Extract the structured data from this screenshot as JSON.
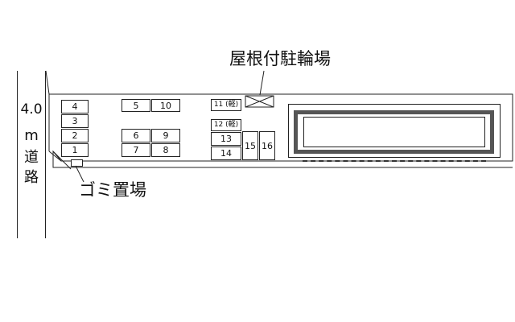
{
  "road": {
    "width_label": "4.0",
    "unit_label": "m",
    "name_char1": "道",
    "name_char2": "路"
  },
  "labels": {
    "bike_parking": "屋根付駐輪場",
    "garbage": "ゴミ置場"
  },
  "slots": {
    "s1": "1",
    "s2": "2",
    "s3": "3",
    "s4": "4",
    "s5": "5",
    "s6": "6",
    "s7": "7",
    "s8": "8",
    "s9": "9",
    "s10": "10",
    "s11": "11 (軽)",
    "s12": "12 (軽)",
    "s13": "13",
    "s14": "14",
    "s15": "15",
    "s16": "16"
  }
}
